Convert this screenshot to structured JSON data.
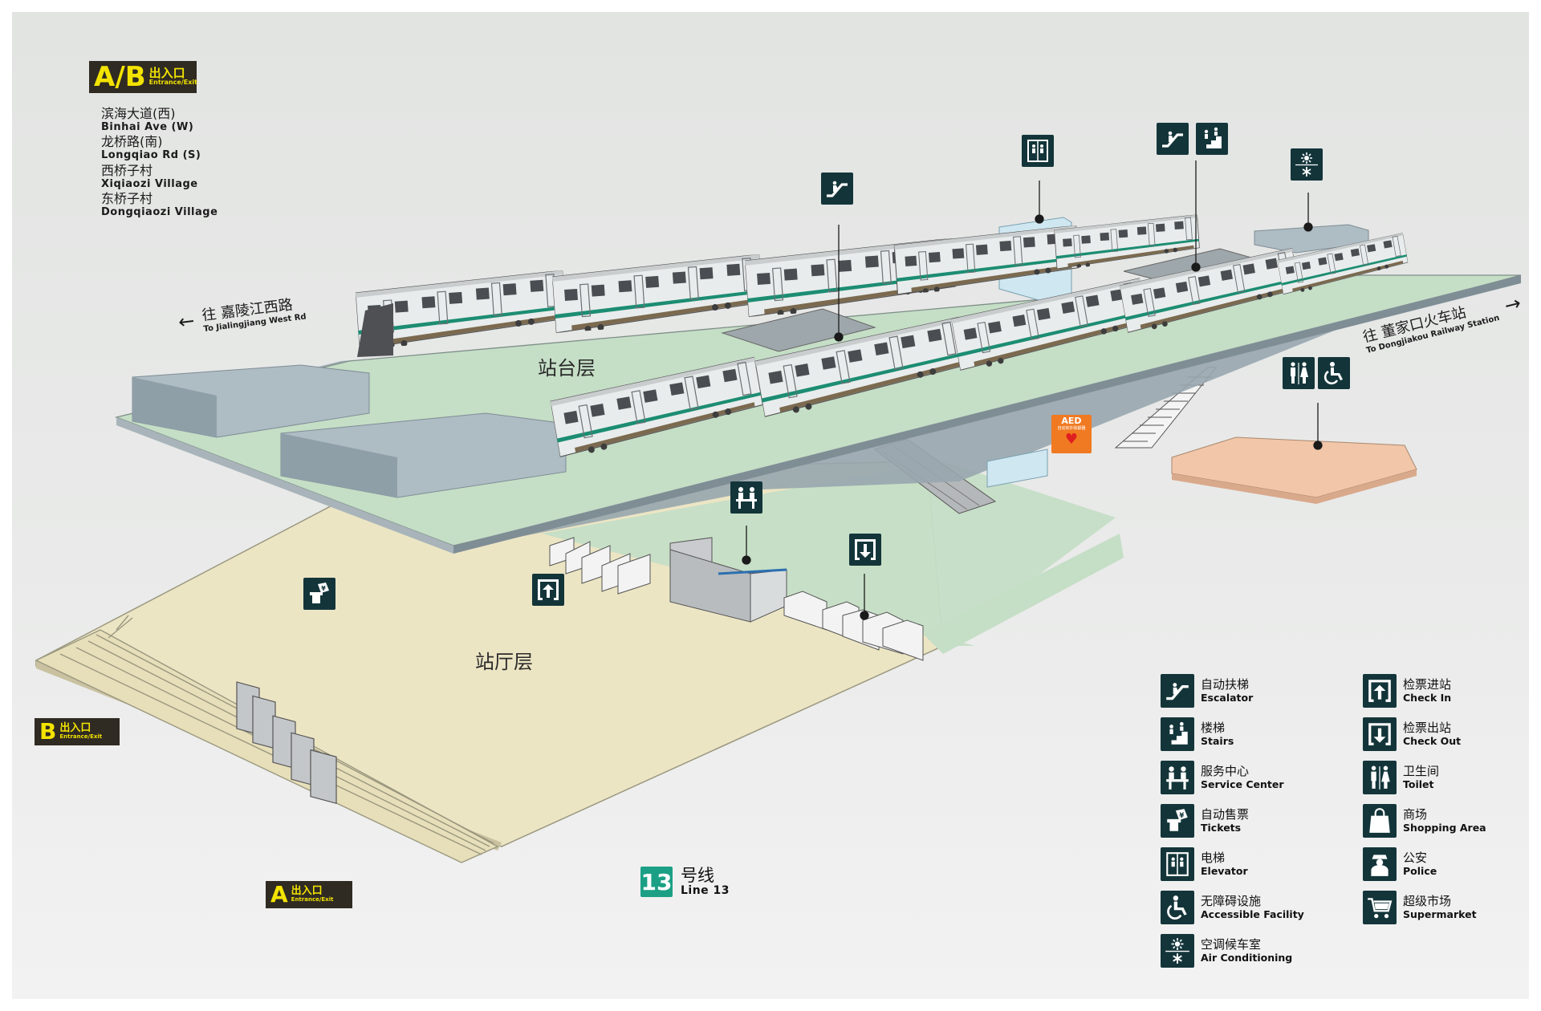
{
  "map": {
    "main_exit_badge": {
      "letter": "A/B",
      "zh": "出入口",
      "en": "Entrance/Exit"
    },
    "streets": [
      {
        "zh": "滨海大道(西)",
        "en": "Binhai Ave (W)"
      },
      {
        "zh": "龙桥路(南)",
        "en": "Longqiao Rd (S)"
      },
      {
        "zh": "西桥子村",
        "en": "Xiqiaozi Village"
      },
      {
        "zh": "东桥子村",
        "en": "Dongqiaozi Village"
      }
    ],
    "direction_left": {
      "zh": "往 嘉陵江西路",
      "en": "To Jialingjiang West Rd",
      "arrow": "←"
    },
    "direction_right": {
      "zh": "往 董家口火车站",
      "en": "To Dongjiakou Railway Station",
      "arrow": "→"
    },
    "platform_level": "站台层",
    "concourse_level": "站厅层",
    "exit_b": {
      "letter": "B",
      "zh": "出入口",
      "en": "Entrance/Exit"
    },
    "exit_a": {
      "letter": "A",
      "zh": "出入口",
      "en": "Entrance/Exit"
    },
    "aed": {
      "label": "AED",
      "sub": "自动体外除颤器"
    },
    "line": {
      "number": "13",
      "zh": "号线",
      "en": "Line 13",
      "color": "#1ba085"
    },
    "colors": {
      "platform_floor": "#c5dec6",
      "concourse_paid": "#c5dec6",
      "concourse_unpaid": "#ece5c4",
      "commercial": "#f2c6a8",
      "sign_background": "#13353a",
      "exit_badge_bg": "#2f2a22",
      "exit_badge_text": "#f3e300",
      "aed": "#f07a22",
      "train_stripe": "#1c8d72"
    }
  },
  "legend": [
    {
      "icon": "escalator-icon",
      "zh": "自动扶梯",
      "en": "Escalator"
    },
    {
      "icon": "check-in-icon",
      "zh": "检票进站",
      "en": "Check In"
    },
    {
      "icon": "stairs-icon",
      "zh": "楼梯",
      "en": "Stairs"
    },
    {
      "icon": "check-out-icon",
      "zh": "检票出站",
      "en": "Check Out"
    },
    {
      "icon": "service-center-icon",
      "zh": "服务中心",
      "en": "Service Center"
    },
    {
      "icon": "toilet-icon",
      "zh": "卫生间",
      "en": "Toilet"
    },
    {
      "icon": "ticket-machine-icon",
      "zh": "自动售票",
      "en": "Tickets"
    },
    {
      "icon": "shopping-icon",
      "zh": "商场",
      "en": "Shopping Area"
    },
    {
      "icon": "elevator-icon",
      "zh": "电梯",
      "en": "Elevator"
    },
    {
      "icon": "police-icon",
      "zh": "公安",
      "en": "Police"
    },
    {
      "icon": "accessible-icon",
      "zh": "无障碍设施",
      "en": "Accessible Facility"
    },
    {
      "icon": "supermarket-icon",
      "zh": "超级市场",
      "en": "Supermarket"
    },
    {
      "icon": "air-conditioning-icon",
      "zh": "空调候车室",
      "en": "Air Conditioning"
    }
  ]
}
